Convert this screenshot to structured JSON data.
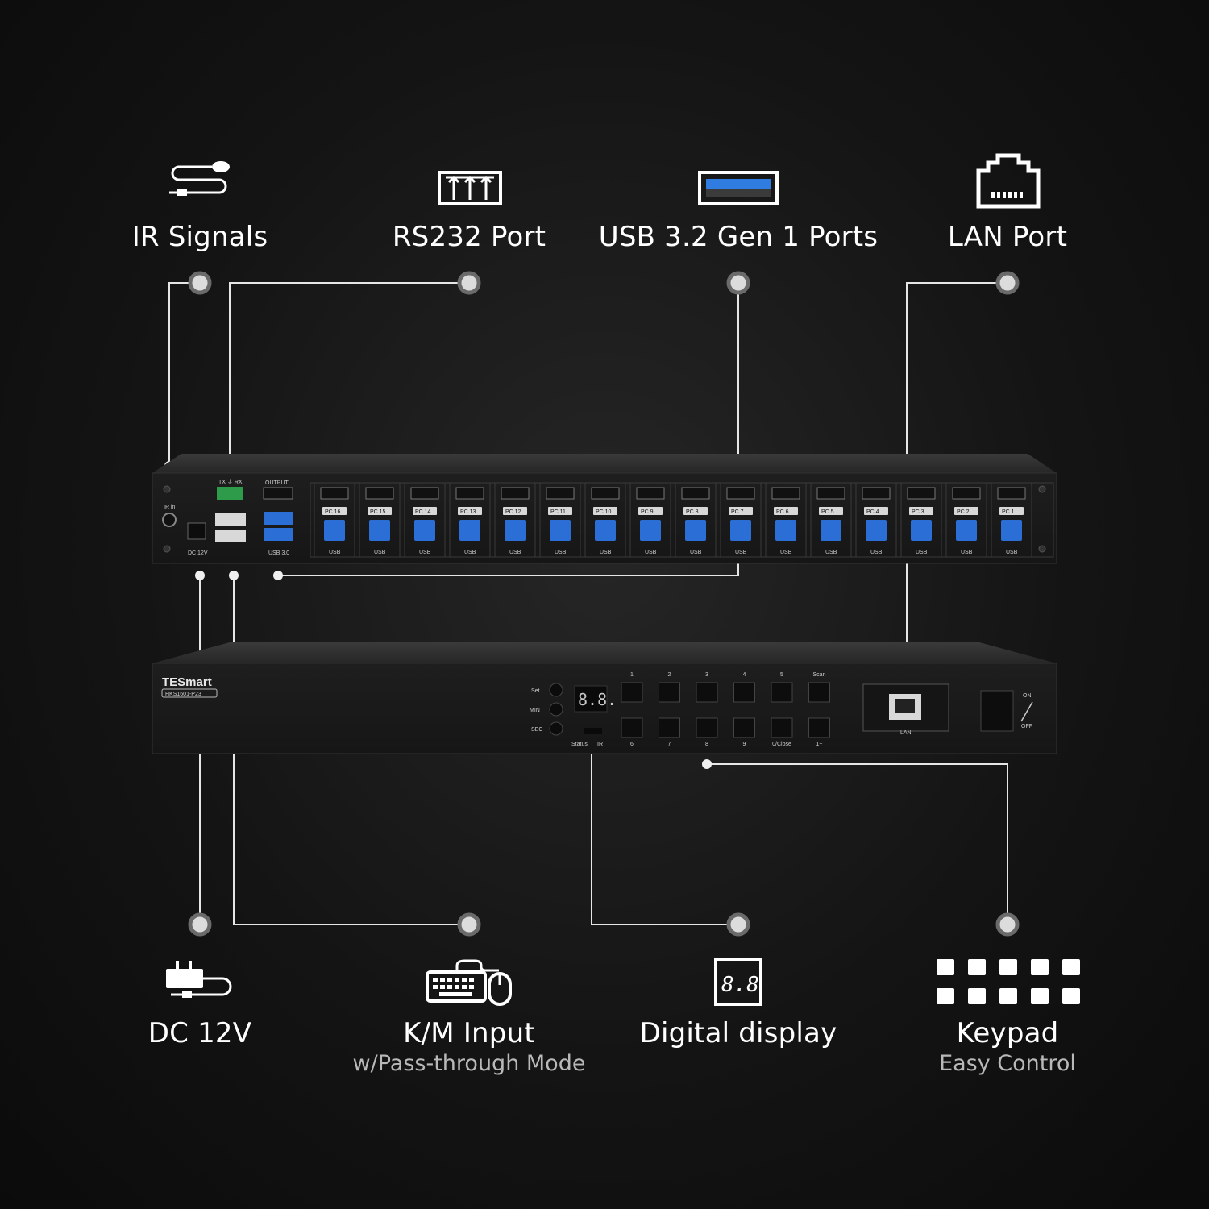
{
  "features_top": [
    {
      "id": "ir",
      "title": "IR Signals",
      "icon": "ir-receiver-icon"
    },
    {
      "id": "rs232",
      "title": "RS232 Port",
      "icon": "rs232-terminal-icon"
    },
    {
      "id": "usb",
      "title": "USB 3.2 Gen 1 Ports",
      "icon": "usb-port-icon"
    },
    {
      "id": "lan",
      "title": "LAN Port",
      "icon": "ethernet-port-icon"
    }
  ],
  "features_bottom": [
    {
      "id": "dc",
      "title": "DC 12V",
      "subtitle": "",
      "icon": "power-adapter-icon"
    },
    {
      "id": "km",
      "title": "K/M Input",
      "subtitle": "w/Pass-through Mode",
      "icon": "keyboard-mouse-icon"
    },
    {
      "id": "display",
      "title": "Digital display",
      "subtitle": "",
      "icon": "digital-display-icon"
    },
    {
      "id": "keypad",
      "title": "Keypad",
      "subtitle": "Easy Control",
      "icon": "keypad-icon"
    }
  ],
  "rear_panel": {
    "ir_label": "IR in",
    "dc_label": "DC 12V",
    "rs232_label": "TX ⏚ RX",
    "output_label": "OUTPUT",
    "usb3_label": "USB 3.0",
    "port_usb_label": "USB",
    "pc_ports": [
      "PC 16",
      "PC 15",
      "PC 14",
      "PC 13",
      "PC 12",
      "PC 11",
      "PC 10",
      "PC 9",
      "PC 8",
      "PC 7",
      "PC 6",
      "PC 5",
      "PC 4",
      "PC 3",
      "PC 2",
      "PC 1"
    ],
    "accent_usb": "#2b6fd6"
  },
  "front_panel": {
    "brand": "TESmart",
    "model": "HKS1601-P23",
    "set_labels": [
      "Set",
      "MIN",
      "SEC"
    ],
    "display_value": "8.8.",
    "status_label": "Status",
    "ir_label": "IR",
    "top_key_labels": [
      "1",
      "2",
      "3",
      "4",
      "5",
      "Scan"
    ],
    "bottom_key_labels": [
      "6",
      "7",
      "8",
      "9",
      "0/Close",
      "1+"
    ],
    "lan_label": "LAN",
    "switch_on": "ON",
    "switch_off": "OFF"
  },
  "colors": {
    "background": "#141414",
    "leader_line": "#e8e8e8",
    "chassis": "#1c1c1c",
    "usb_blue": "#2b6fd6",
    "subtitle_gray": "#b9b9b9"
  }
}
